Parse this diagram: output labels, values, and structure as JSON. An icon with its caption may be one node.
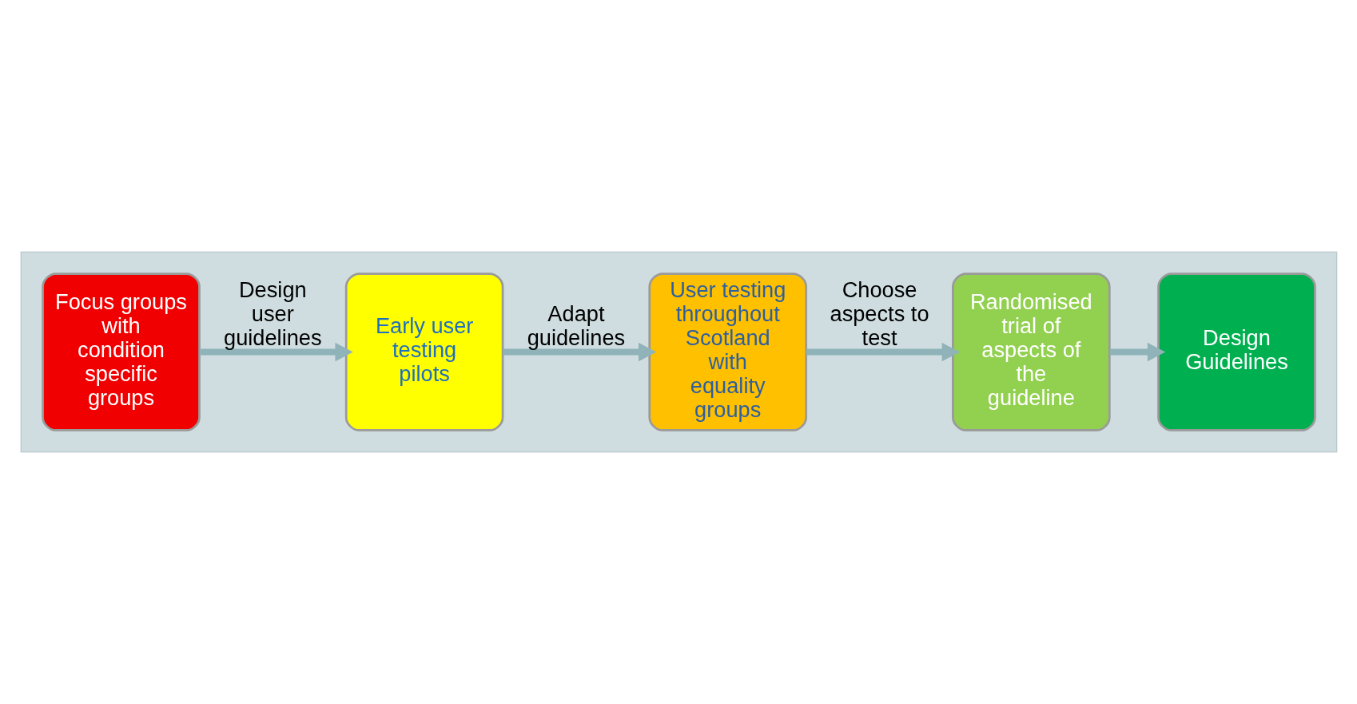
{
  "diagram": {
    "nodes": [
      {
        "text": [],
        "shape": "arrow"
      },
      {
        "text": [
          "Focus groups with condition specific groups"
        ],
        "in": 0
      },
      {
        "text": [
          "Early user testing pilots"
        ],
        "in": 0
      },
      {
        "text": [
          "User testing throughout Scotland with equality groups"
        ],
        "in": 0
      },
      {
        "text": [
          "Randomised trial of aspects of the guideline"
        ],
        "in": 0
      },
      {
        "text": [
          "Design Guidelines"
        ],
        "in": 0
      }
    ],
    "edges": [
      {
        "from": 1,
        "to": 2,
        "arrow": "to",
        "label": "Design user guidelines"
      },
      {
        "from": 2,
        "to": 3,
        "arrow": "to",
        "label": "Adapt guidelines"
      },
      {
        "from": 3,
        "to": 4,
        "arrow": "to",
        "label": "Choose aspects to test"
      },
      {
        "from": 4,
        "to": 5,
        "arrow": "to"
      }
    ]
  }
}
